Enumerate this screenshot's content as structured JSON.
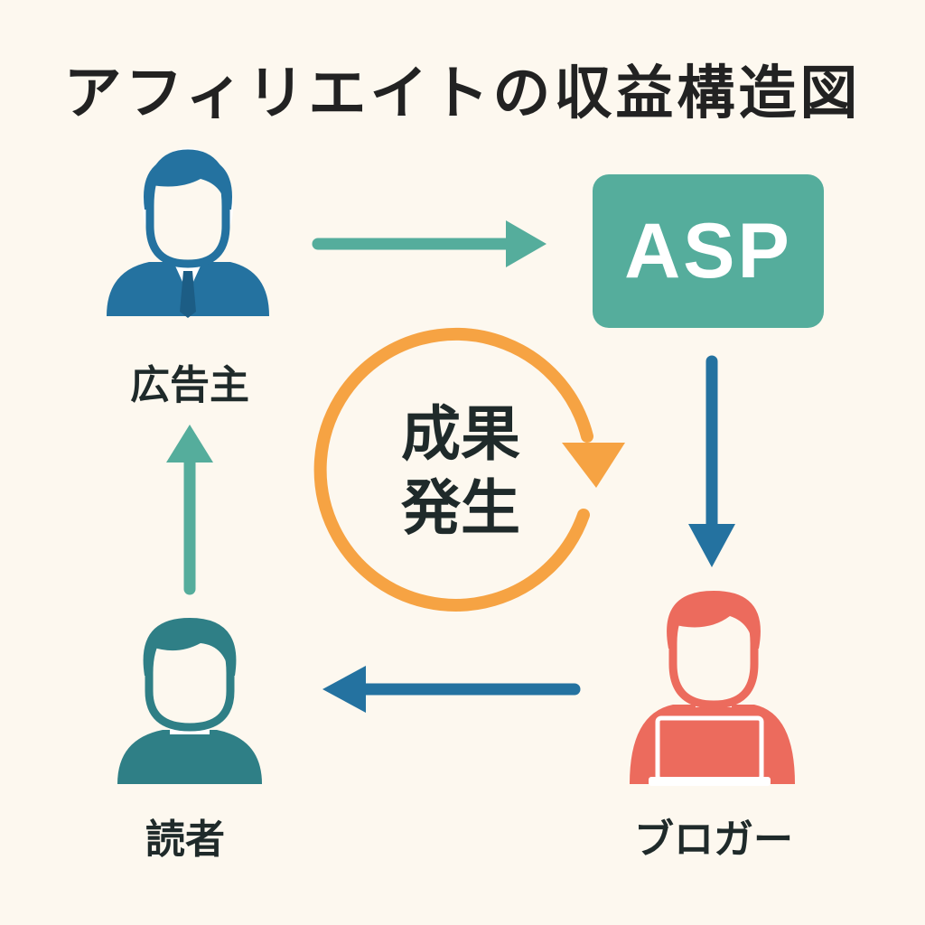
{
  "title": "アフィリエイトの収益構造図",
  "nodes": {
    "advertiser": {
      "label": "広告主",
      "icon": "businessman-icon",
      "color": "#2472a0"
    },
    "asp": {
      "label": "ASP",
      "color": "#55ad9c"
    },
    "blogger": {
      "label": "ブロガー",
      "icon": "person-with-laptop-icon",
      "color": "#ec6b5d"
    },
    "reader": {
      "label": "読者",
      "icon": "person-icon",
      "color": "#2f7f86"
    }
  },
  "center": {
    "line1": "成果",
    "line2": "発生",
    "icon": "circular-arrow-icon",
    "color": "#f6a343"
  },
  "arrows": [
    {
      "from": "advertiser",
      "to": "asp",
      "color": "#55ad9c"
    },
    {
      "from": "asp",
      "to": "blogger",
      "color": "#2472a0"
    },
    {
      "from": "blogger",
      "to": "reader",
      "color": "#2472a0"
    },
    {
      "from": "reader",
      "to": "advertiser",
      "color": "#55ad9c"
    }
  ]
}
